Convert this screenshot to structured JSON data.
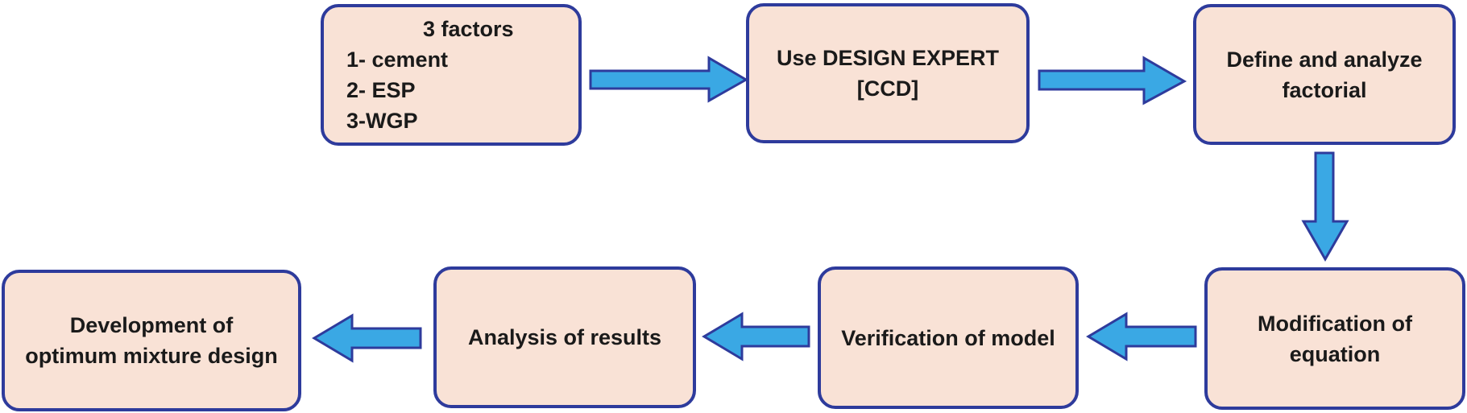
{
  "boxes": {
    "factors": {
      "lines": [
        "3 factors",
        "1- cement",
        "2- ESP",
        "3-WGP"
      ]
    },
    "design_expert": {
      "lines": [
        "Use DESIGN EXPERT",
        "[CCD]"
      ]
    },
    "define_factorial": {
      "lines": [
        "Define and analyze",
        "factorial"
      ]
    },
    "modification": {
      "lines": [
        "Modification of",
        "equation"
      ]
    },
    "verification": {
      "lines": [
        "Verification of model"
      ]
    },
    "analysis": {
      "lines": [
        "Analysis of results"
      ]
    },
    "development": {
      "lines": [
        "Development of",
        "optimum mixture design"
      ]
    }
  },
  "colors": {
    "box_fill": "#f9e2d6",
    "box_border": "#2e3b9c",
    "arrow_fill": "#3aa8e4",
    "text": "#1a1a1a"
  }
}
